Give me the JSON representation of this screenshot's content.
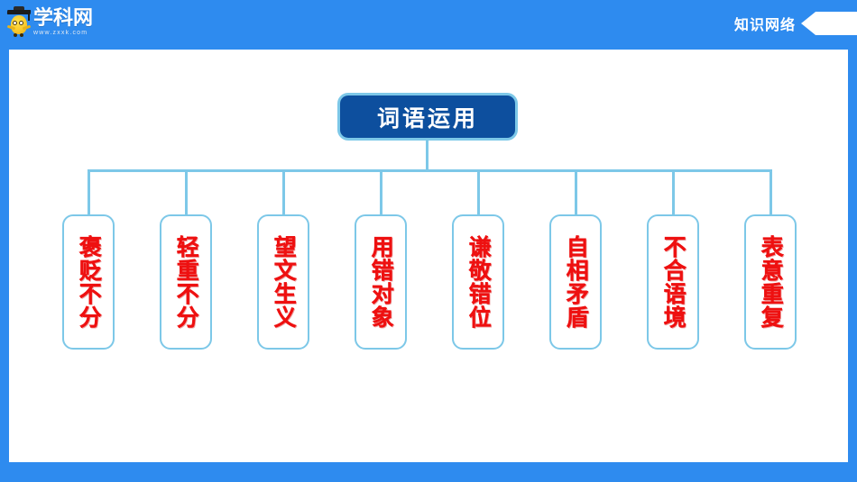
{
  "colors": {
    "page_blue": "#2e8bef",
    "canvas_white": "#ffffff",
    "root_fill": "#0d4f9e",
    "line_blue": "#7dc8e8",
    "leaf_text_red": "#ee1111"
  },
  "header": {
    "brand_name": "学科网",
    "brand_url": "www.zxxk.com",
    "brand_icon": "graduation-cap-mascot-icon",
    "banner_label": "知识网络",
    "banner_arrow_icon": "left-pointing-arrow-banner"
  },
  "diagram": {
    "type": "tree",
    "root": {
      "label": "词语运用"
    },
    "children": [
      {
        "label": "褒贬不分"
      },
      {
        "label": "轻重不分"
      },
      {
        "label": "望文生义"
      },
      {
        "label": "用错对象"
      },
      {
        "label": "谦敬错位"
      },
      {
        "label": "自相矛盾"
      },
      {
        "label": "不合语境"
      },
      {
        "label": "表意重复"
      }
    ]
  }
}
